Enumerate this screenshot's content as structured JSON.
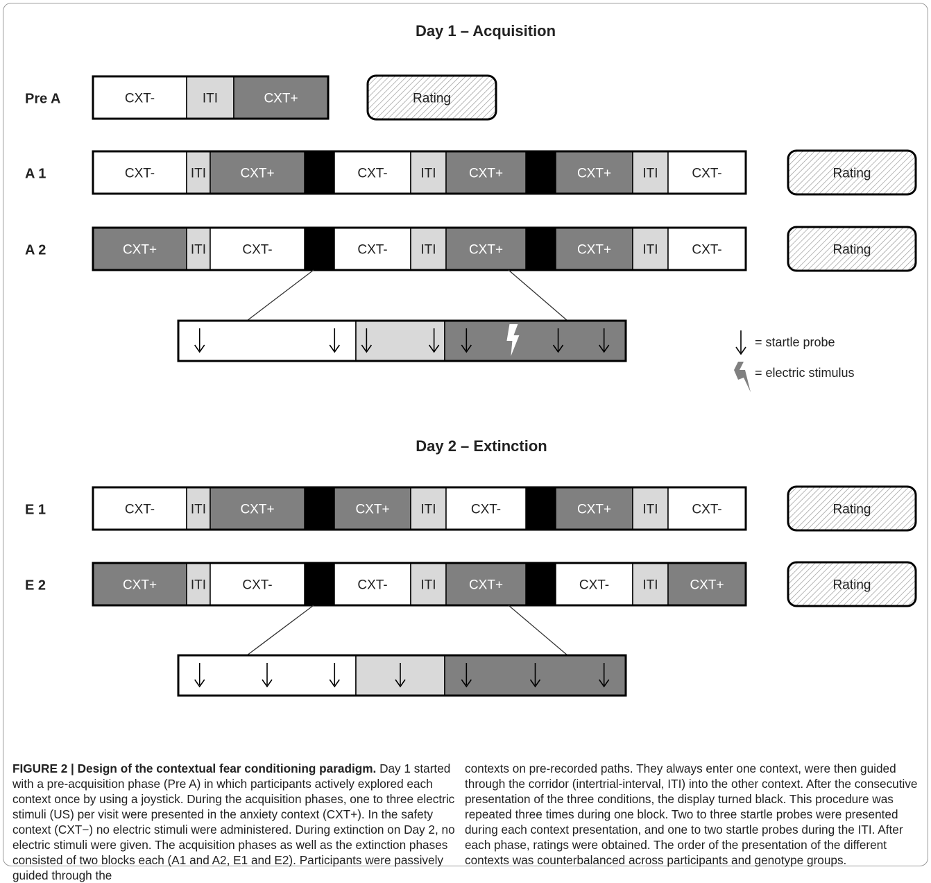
{
  "headings": {
    "day1": "Day 1 – Acquisition",
    "day2": "Day 2 – Extinction"
  },
  "phases": [
    {
      "label": "Pre A",
      "blocks": [
        [
          "CXT-",
          "ITI",
          "CXT+"
        ]
      ],
      "rating": "Rating"
    },
    {
      "label": "A 1",
      "blocks": [
        [
          "CXT-",
          "ITI",
          "CXT+"
        ],
        [
          "CXT-",
          "ITI",
          "CXT+"
        ],
        [
          "CXT+",
          "ITI",
          "CXT-"
        ]
      ],
      "rating": "Rating"
    },
    {
      "label": "A 2",
      "blocks": [
        [
          "CXT+",
          "ITI",
          "CXT-"
        ],
        [
          "CXT-",
          "ITI",
          "CXT+"
        ],
        [
          "CXT+",
          "ITI",
          "CXT-"
        ]
      ],
      "rating": "Rating"
    },
    {
      "label": "E 1",
      "blocks": [
        [
          "CXT-",
          "ITI",
          "CXT+"
        ],
        [
          "CXT+",
          "ITI",
          "CXT-"
        ],
        [
          "CXT+",
          "ITI",
          "CXT-"
        ]
      ],
      "rating": "Rating"
    },
    {
      "label": "E 2",
      "blocks": [
        [
          "CXT+",
          "ITI",
          "CXT-"
        ],
        [
          "CXT-",
          "ITI",
          "CXT+"
        ],
        [
          "CXT-",
          "ITI",
          "CXT+"
        ]
      ],
      "rating": "Rating"
    }
  ],
  "expansions": {
    "acquisition": {
      "cxt_minus_probes": 2,
      "iti_probes": 2,
      "cxt_plus_probes": 3,
      "cxt_plus_shock": true
    },
    "extinction": {
      "cxt_minus_probes": 3,
      "iti_probes": 1,
      "cxt_plus_probes": 3,
      "cxt_plus_shock": false
    }
  },
  "legend": {
    "startle": "= startle probe",
    "electric": "= electric stimulus"
  },
  "colors": {
    "cxt_minus": "#ffffff",
    "iti": "#d9d9d9",
    "cxt_plus": "#808080",
    "separator": "#000000"
  },
  "caption": {
    "figure_label": "FIGURE 2 | Design of the contextual fear conditioning paradigm.",
    "left_text": " Day 1 started with a pre-acquisition phase (Pre A) in which participants actively explored each context once by using a joystick. During the acquisition phases, one to three electric stimuli (US) per visit were presented in the anxiety context (CXT+). In the safety context (CXT−) no electric stimuli were administered. During extinction on Day 2, no electric stimuli were given. The acquisition phases as well as the extinction phases consisted of two blocks each (A1 and A2, E1 and E2). Participants were passively guided through the",
    "right_text": "contexts on pre-recorded paths. They always enter one context, were then guided through the corridor (intertrial-interval, ITI) into the other context. After the consecutive presentation of the three conditions, the display turned black. This procedure was repeated three times during one block. Two to three startle probes were presented during each context presentation, and one to two startle probes during the ITI. After each phase, ratings were obtained. The order of the presentation of the different contexts was counterbalanced across participants and genotype groups."
  }
}
